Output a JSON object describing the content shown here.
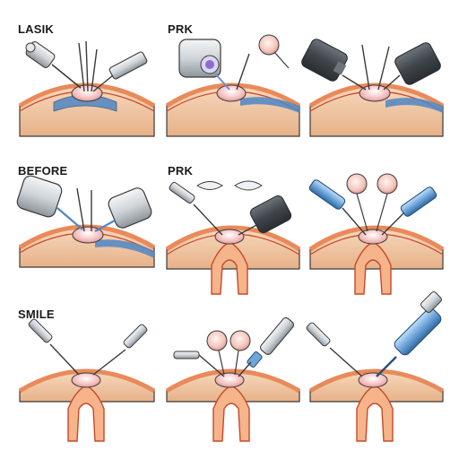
{
  "labels": {
    "panel_1": "LASIK",
    "panel_2": "PRK",
    "panel_4": "BEFORE",
    "panel_5": "PRK",
    "panel_7": "SMILE"
  },
  "colors": {
    "outline": "#3a3a3a",
    "tissue": "#f1c9a3",
    "tissue_dark": "#e3a77d",
    "stroma_red": "#c8482c",
    "stroma_band": "#e98a5a",
    "cornea_pink": "#f6c7c7",
    "blue_layer": "#4f86c6",
    "metal_light": "#e6e9ec",
    "metal_dark": "#8d959c",
    "lens_blue": "#6fa6d9",
    "lens_purple": "#8a6fd1"
  },
  "icons": [
    "laser-device-icon",
    "forceps-icon",
    "corneal-disc-icon",
    "lenticule-icon",
    "syringe-icon"
  ]
}
